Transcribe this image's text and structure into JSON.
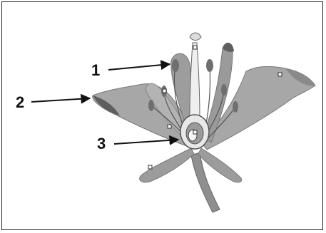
{
  "labels": [
    {
      "id": "1",
      "text": "1"
    },
    {
      "id": "2",
      "text": "2"
    },
    {
      "id": "3",
      "text": "3"
    }
  ],
  "colors": {
    "petal": "#a7a7a7",
    "petal_dark": "#5e5e5e",
    "stem": "#8f8f8f",
    "style_light": "#efefef",
    "outline": "#555555",
    "arrow": "#111111"
  }
}
